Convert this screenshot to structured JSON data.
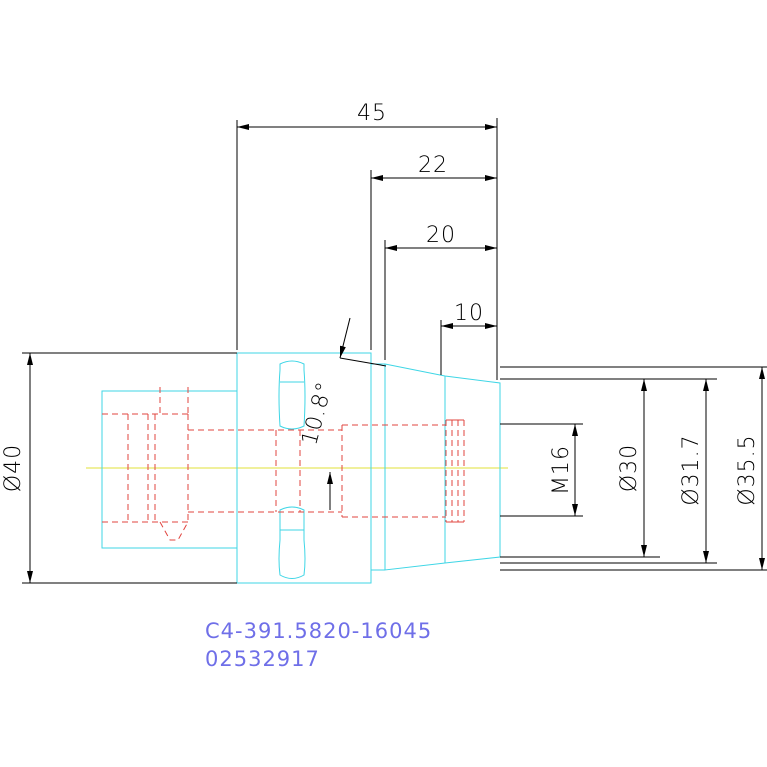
{
  "drawing": {
    "dimensions": {
      "length_overall": "45",
      "length_22": "22",
      "length_20": "20",
      "length_10": "10",
      "diameter_40": "Ø40",
      "thread": "M16",
      "diameter_30": "Ø30",
      "diameter_31_7": "Ø31.7",
      "diameter_35_5": "Ø35.5",
      "angle": "10.8°"
    },
    "part_number": "C4-391.5820-16045",
    "item_code": "02532917"
  }
}
